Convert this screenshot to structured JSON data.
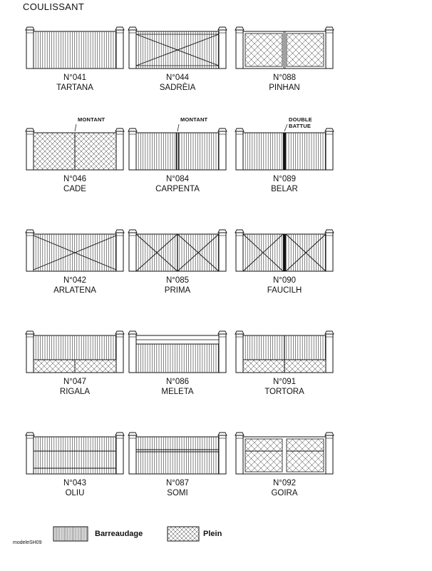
{
  "title": "COULISSANT",
  "footer_ref": "modeleSH09",
  "legend": {
    "bars_label": "Barreaudage",
    "plain_label": "Plein"
  },
  "models": [
    {
      "number": "N°041",
      "name": "TARTANA",
      "callout": "",
      "pattern": "tartana"
    },
    {
      "number": "N°044",
      "name": "SADRÈIA",
      "callout": "",
      "pattern": "sadreia"
    },
    {
      "number": "N°088",
      "name": "PINHAN",
      "callout": "",
      "pattern": "pinhan"
    },
    {
      "number": "N°046",
      "name": "CADE",
      "callout": "MONTANT",
      "pattern": "cade"
    },
    {
      "number": "N°084",
      "name": "CARPENTA",
      "callout": "MONTANT",
      "pattern": "carpenta"
    },
    {
      "number": "N°089",
      "name": "BELAR",
      "callout": "DOUBLE BATTUE",
      "pattern": "belar"
    },
    {
      "number": "N°042",
      "name": "ARLATENA",
      "callout": "",
      "pattern": "arlatena"
    },
    {
      "number": "N°085",
      "name": "PRIMA",
      "callout": "",
      "pattern": "prima"
    },
    {
      "number": "N°090",
      "name": "FAUCILH",
      "callout": "",
      "pattern": "faucilh"
    },
    {
      "number": "N°047",
      "name": "RIGALA",
      "callout": "",
      "pattern": "rigala"
    },
    {
      "number": "N°086",
      "name": "MELETA",
      "callout": "",
      "pattern": "meleta"
    },
    {
      "number": "N°091",
      "name": "TORTORA",
      "callout": "",
      "pattern": "tortora"
    },
    {
      "number": "N°043",
      "name": "OLIU",
      "callout": "",
      "pattern": "oliu"
    },
    {
      "number": "N°087",
      "name": "SOMI",
      "callout": "",
      "pattern": "somi"
    },
    {
      "number": "N°092",
      "name": "GOIRA",
      "callout": "",
      "pattern": "goira"
    }
  ]
}
